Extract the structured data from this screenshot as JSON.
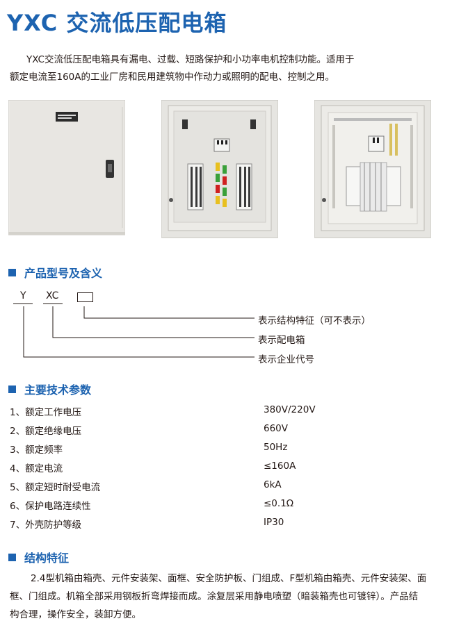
{
  "title": "YXC 交流低压配电箱",
  "intro": {
    "line1": "YXC交流低压配电箱具有漏电、过载、短路保护和小功率电机控制功能。适用于",
    "line2": "额定电流至160A的工业厂房和民用建筑物中作动力或照明的配电、控制之用。"
  },
  "photos": [
    {
      "name": "closed-cabinet"
    },
    {
      "name": "cabinet-with-breakers"
    },
    {
      "name": "cabinet-open-wiring"
    }
  ],
  "model": {
    "heading": "产品型号及含义",
    "code_y": "Y",
    "code_xc": "XC",
    "meanings": [
      "表示结构特征（可不表示）",
      "表示配电箱",
      "表示企业代号"
    ]
  },
  "params": {
    "heading": "主要技术参数",
    "rows": [
      {
        "name": "1、额定工作电压",
        "value": "380V/220V"
      },
      {
        "name": "2、额定绝缘电压",
        "value": "660V"
      },
      {
        "name": "3、额定频率",
        "value": "50Hz"
      },
      {
        "name": "4、额定电流",
        "value": "≤160A"
      },
      {
        "name": "5、额定短时耐受电流",
        "value": "6kA"
      },
      {
        "name": "6、保护电路连续性",
        "value": "≤0.1Ω"
      },
      {
        "name": "7、外壳防护等级",
        "value": "IP30"
      }
    ]
  },
  "features": {
    "heading": "结构特征",
    "line1": "2.4型机箱由箱壳、元件安装架、面框、安全防护板、门组成、F型机箱由箱壳、元件安装架、面",
    "line2": "框、门组成。机箱全部采用钢板折弯焊接而成。涂复层采用静电喷塑（暗装箱壳也可镀锌）。产品结",
    "line3": "构合理，操作安全，装卸方便。"
  },
  "colors": {
    "accent": "#1d63b0",
    "text": "#231815",
    "cabinet": "#e9e8e4"
  }
}
